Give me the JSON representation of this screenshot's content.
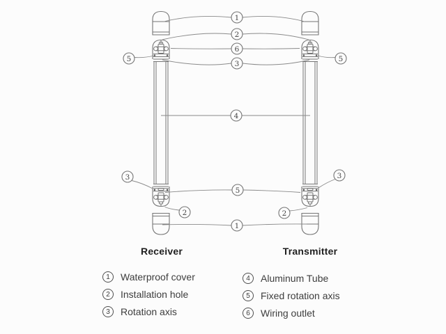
{
  "diagram": {
    "receiver_label": "Receiver",
    "transmitter_label": "Transmitter",
    "markers": [
      {
        "id": "callout-1-top",
        "num": "1"
      },
      {
        "id": "callout-2-top",
        "num": "2"
      },
      {
        "id": "callout-6-top",
        "num": "6"
      },
      {
        "id": "callout-3-top",
        "num": "3"
      },
      {
        "id": "callout-5-top-left",
        "num": "5"
      },
      {
        "id": "callout-5-top-right",
        "num": "5"
      },
      {
        "id": "callout-4-middle",
        "num": "4"
      },
      {
        "id": "callout-3-bottom-left",
        "num": "3"
      },
      {
        "id": "callout-3-bottom-right",
        "num": "3"
      },
      {
        "id": "callout-5-bottom",
        "num": "5"
      },
      {
        "id": "callout-2-bottom-left",
        "num": "2"
      },
      {
        "id": "callout-2-bottom-right",
        "num": "2"
      },
      {
        "id": "callout-1-bottom",
        "num": "1"
      }
    ]
  },
  "legend": {
    "items": [
      {
        "num": "1",
        "label": "Waterproof cover"
      },
      {
        "num": "2",
        "label": "Installation hole"
      },
      {
        "num": "3",
        "label": "Rotation axis"
      },
      {
        "num": "4",
        "label": "Aluminum Tube"
      },
      {
        "num": "5",
        "label": "Fixed rotation axis"
      },
      {
        "num": "6",
        "label": "Wiring outlet"
      }
    ]
  },
  "colors": {
    "background": "#fcfcfc",
    "line": "#757575",
    "text": "#3d3d3d",
    "title": "#1f1f1f"
  }
}
